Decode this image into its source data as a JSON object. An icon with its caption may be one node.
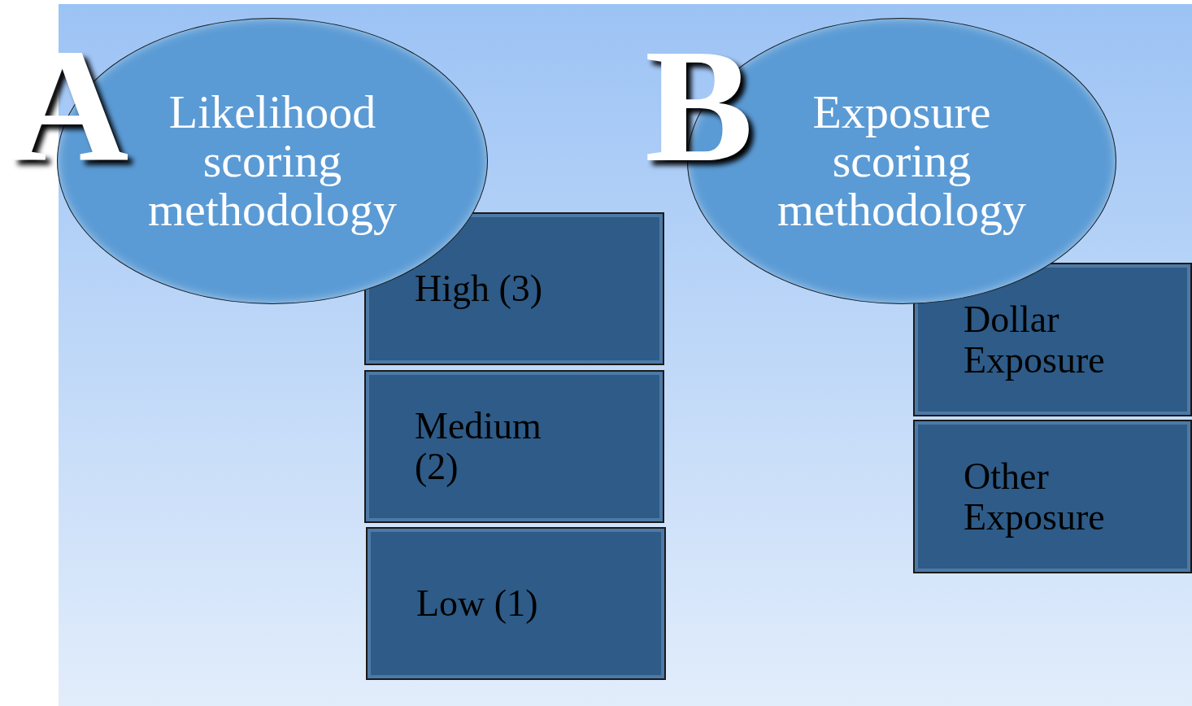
{
  "diagram": {
    "nodes": [
      {
        "text": [
          "Likelihood scoring methodology"
        ]
      },
      {
        "text": [
          "High (3)"
        ]
      },
      {
        "text": [
          "Medium (2)"
        ]
      },
      {
        "text": [
          "Low (1)"
        ]
      },
      {
        "text": [
          "Exposure scoring methodology"
        ]
      },
      {
        "text": [
          "Dollar Exposure"
        ]
      },
      {
        "text": [
          "Other Exposure"
        ]
      }
    ],
    "labels": [
      "A",
      "B"
    ]
  }
}
